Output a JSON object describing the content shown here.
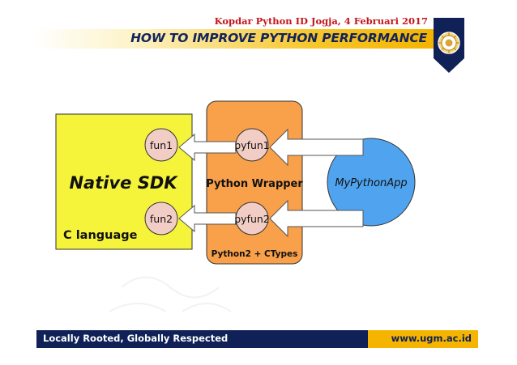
{
  "header": {
    "event": "Kopdar Python ID Jogja, 4 Februari 2017",
    "title": "HOW TO IMPROVE PYTHON PERFORMANCE"
  },
  "diagram": {
    "native_sdk": {
      "title": "Native SDK",
      "subtitle": "C language",
      "fn1": "fun1",
      "fn2": "fun2"
    },
    "wrapper": {
      "title": "Python Wrapper",
      "subtitle": "Python2 + CTypes",
      "fn1": "pyfun1",
      "fn2": "pyfun2"
    },
    "app": {
      "label": "MyPythonApp"
    }
  },
  "footer": {
    "tagline": "Locally Rooted, Globally Respected",
    "url": "www.ugm.ac.id"
  },
  "colors": {
    "navy": "#0f2156",
    "gold": "#f4b400",
    "red_text": "#c4161c",
    "sdk_fill": "#f5f43a",
    "wrapper_fill": "#f9a04b",
    "app_fill": "#4fa3ef",
    "func_fill": "#f2cdc5"
  }
}
